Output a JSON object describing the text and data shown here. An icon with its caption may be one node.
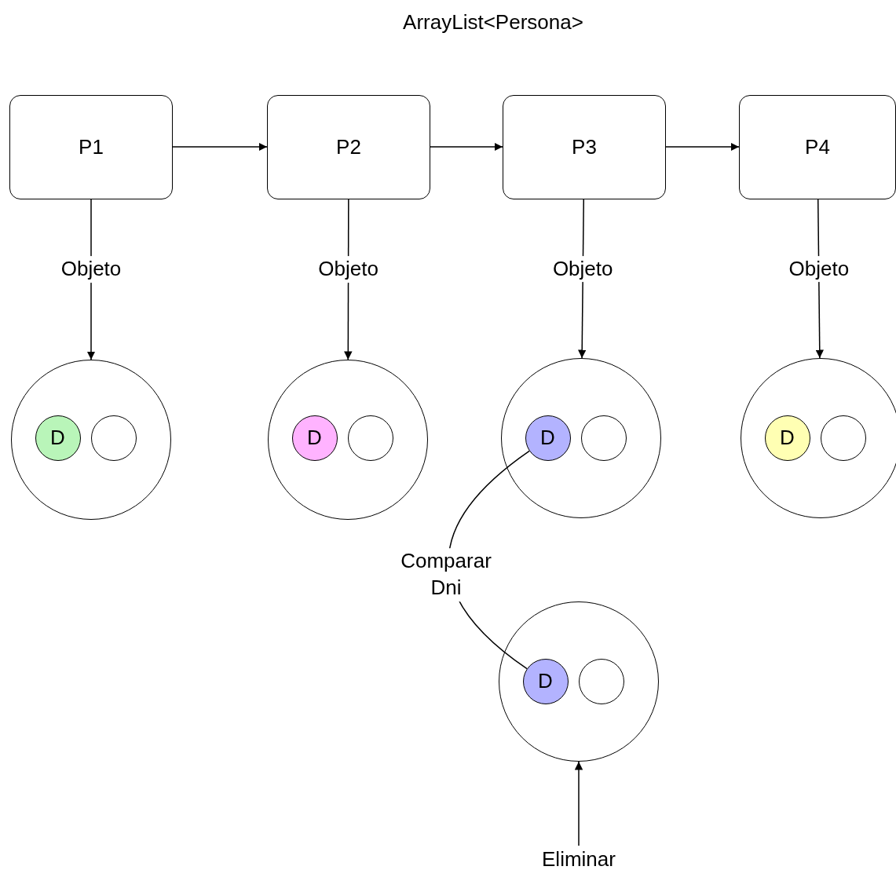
{
  "diagram": {
    "title": "ArrayList<Persona>",
    "nodes": [
      {
        "text": [
          "P1"
        ]
      },
      {
        "text": [
          "P2"
        ]
      },
      {
        "text": [
          "P3"
        ]
      },
      {
        "text": [
          "P4"
        ]
      },
      {
        "text": [],
        "shape": "circle"
      },
      {
        "text": [
          "D"
        ],
        "in": 4
      },
      {
        "text": [],
        "shape": "circle",
        "in": 4
      },
      {
        "text": [],
        "shape": "circle"
      },
      {
        "text": [
          "D"
        ],
        "in": 7
      },
      {
        "text": [],
        "shape": "circle",
        "in": 7
      },
      {
        "text": [],
        "shape": "circle"
      },
      {
        "text": [
          "D"
        ],
        "in": 10
      },
      {
        "text": [],
        "shape": "circle",
        "in": 10
      },
      {
        "text": [],
        "shape": "circle"
      },
      {
        "text": [
          "D"
        ],
        "in": 13
      },
      {
        "text": [],
        "shape": "circle",
        "in": 13
      },
      {
        "text": [],
        "shape": "circle"
      },
      {
        "text": [
          "D"
        ],
        "in": 16
      },
      {
        "text": [],
        "shape": "circle",
        "in": 16
      },
      {
        "text": [
          "Eliminar"
        ]
      }
    ],
    "edges": [
      {
        "from": 0,
        "to": 1,
        "arrow": "to"
      },
      {
        "from": 1,
        "to": 2,
        "arrow": "to"
      },
      {
        "from": 2,
        "to": 3,
        "arrow": "to"
      },
      {
        "from": 0,
        "to": 4,
        "arrow": "to",
        "label": "Objeto"
      },
      {
        "from": 1,
        "to": 7,
        "arrow": "to",
        "label": "Objeto"
      },
      {
        "from": 2,
        "to": 10,
        "arrow": "to",
        "label": "Objeto"
      },
      {
        "from": 3,
        "to": 13,
        "arrow": "to",
        "label": "Objeto"
      },
      {
        "from": 11,
        "to": 17,
        "arrow": "none",
        "label": "Comparar Dni"
      },
      {
        "from": 19,
        "to": 16,
        "arrow": "to"
      }
    ]
  }
}
